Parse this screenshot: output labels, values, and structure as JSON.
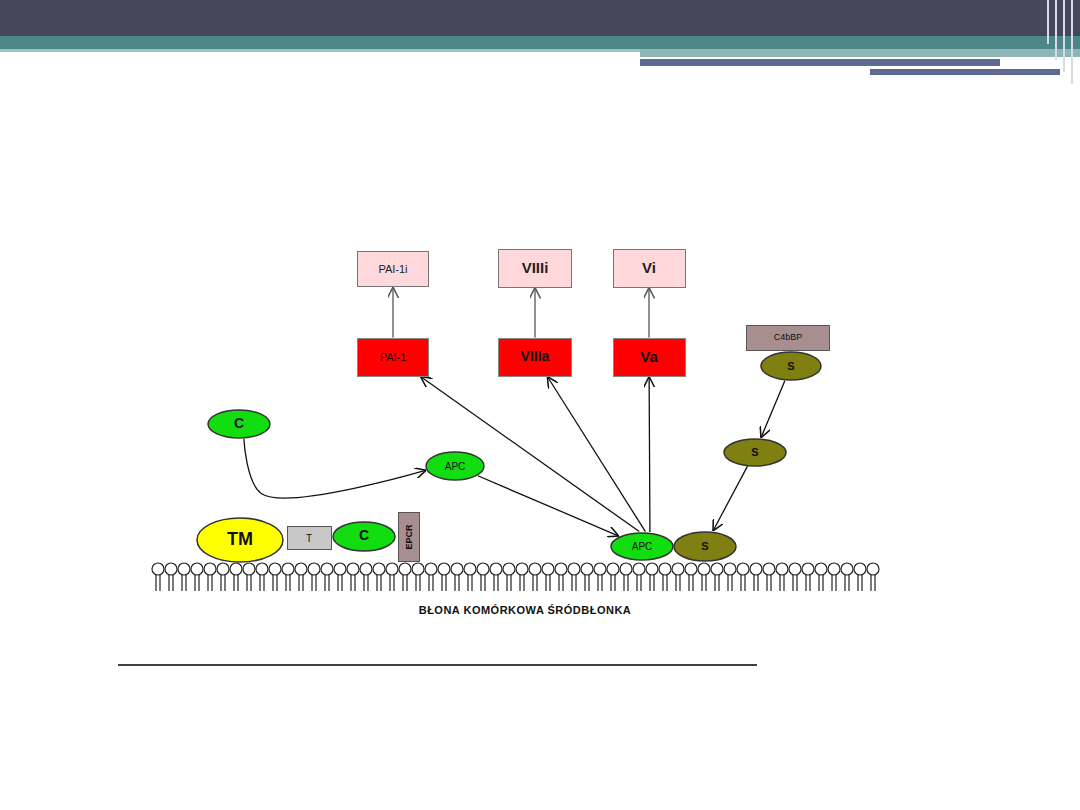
{
  "diagram": {
    "nodes": [
      {
        "text": [
          "PAI-1i"
        ]
      },
      {
        "text": [
          "VIIIi"
        ]
      },
      {
        "text": [
          "Vi"
        ]
      },
      {
        "text": [
          "C4bBP"
        ]
      },
      {
        "text": [
          "PAI-1"
        ]
      },
      {
        "text": [
          "VIIIa"
        ]
      },
      {
        "text": [
          "Va"
        ]
      },
      {
        "text": [
          "S"
        ]
      },
      {
        "text": [
          "C"
        ]
      },
      {
        "text": [
          "APC"
        ]
      },
      {
        "text": [
          "S"
        ]
      },
      {
        "text": [
          "TM"
        ]
      },
      {
        "text": [
          "T"
        ]
      },
      {
        "text": [
          "C"
        ]
      },
      {
        "text": [
          "EPCR"
        ]
      },
      {
        "text": [
          "APC"
        ]
      },
      {
        "text": [
          "S"
        ]
      }
    ],
    "edges": [
      {
        "from": 4,
        "to": 0,
        "arrow": "to"
      },
      {
        "from": 5,
        "to": 1,
        "arrow": "to"
      },
      {
        "from": 6,
        "to": 2,
        "arrow": "to"
      },
      {
        "from": 8,
        "to": 9,
        "arrow": "to"
      },
      {
        "from": 9,
        "to": 15,
        "arrow": "to"
      },
      {
        "from": 15,
        "to": 4,
        "arrow": "to"
      },
      {
        "from": 15,
        "to": 5,
        "arrow": "to"
      },
      {
        "from": 15,
        "to": 6,
        "arrow": "to"
      },
      {
        "from": 7,
        "to": 10,
        "arrow": "to"
      },
      {
        "from": 10,
        "to": 16,
        "arrow": "to"
      }
    ],
    "labels": [
      "BŁONA KOMÓRKOWA ŚRÓDBŁONKA"
    ]
  }
}
